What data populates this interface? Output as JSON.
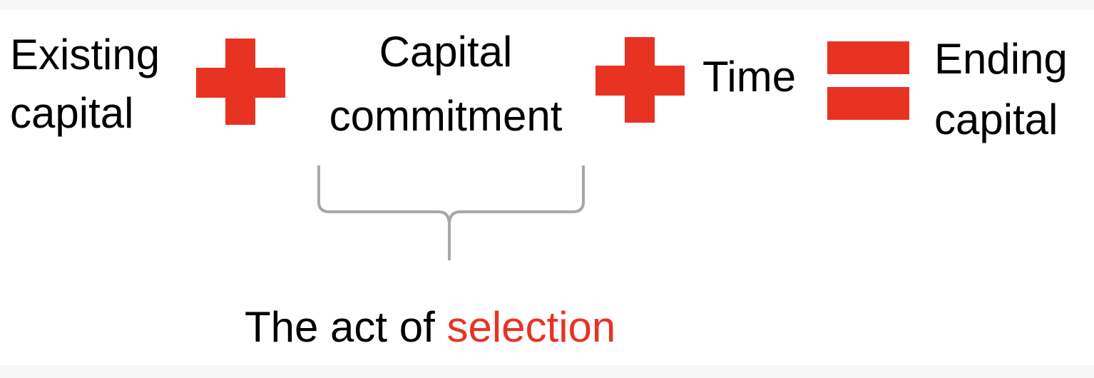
{
  "terms": {
    "existing_line1": "Existing",
    "existing_line2": "capital",
    "commitment_line1": "Capital",
    "commitment_line2": "commitment",
    "time": "Time",
    "ending_line1": "Ending",
    "ending_line2": "capital"
  },
  "caption": {
    "prefix": "The act of ",
    "highlight": "selection"
  },
  "colors": {
    "accent": "#e83323",
    "brace": "#a8a8a8",
    "text": "#000000"
  }
}
